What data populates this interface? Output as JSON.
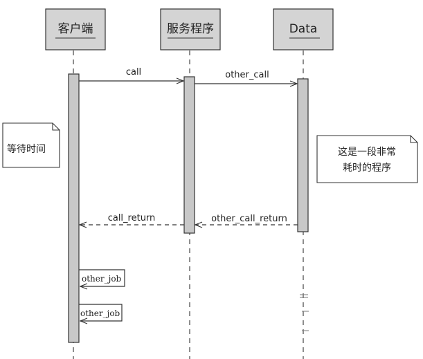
{
  "participants": {
    "client": "客户端",
    "service": "服务程序",
    "data": "Data"
  },
  "messages": {
    "call": "call",
    "other_call": "other_call",
    "call_return": "call_return",
    "other_call_return": "other_call_return"
  },
  "self_calls": {
    "first": "other_job",
    "second": "other_job"
  },
  "notes": {
    "wait": "等待时间",
    "long_line1": "这是一段非常",
    "long_line2": "耗时的程序"
  },
  "colors": {
    "participant_fill": "#d4d4d4",
    "activation_fill": "#c8c8c8",
    "line": "#333333"
  }
}
